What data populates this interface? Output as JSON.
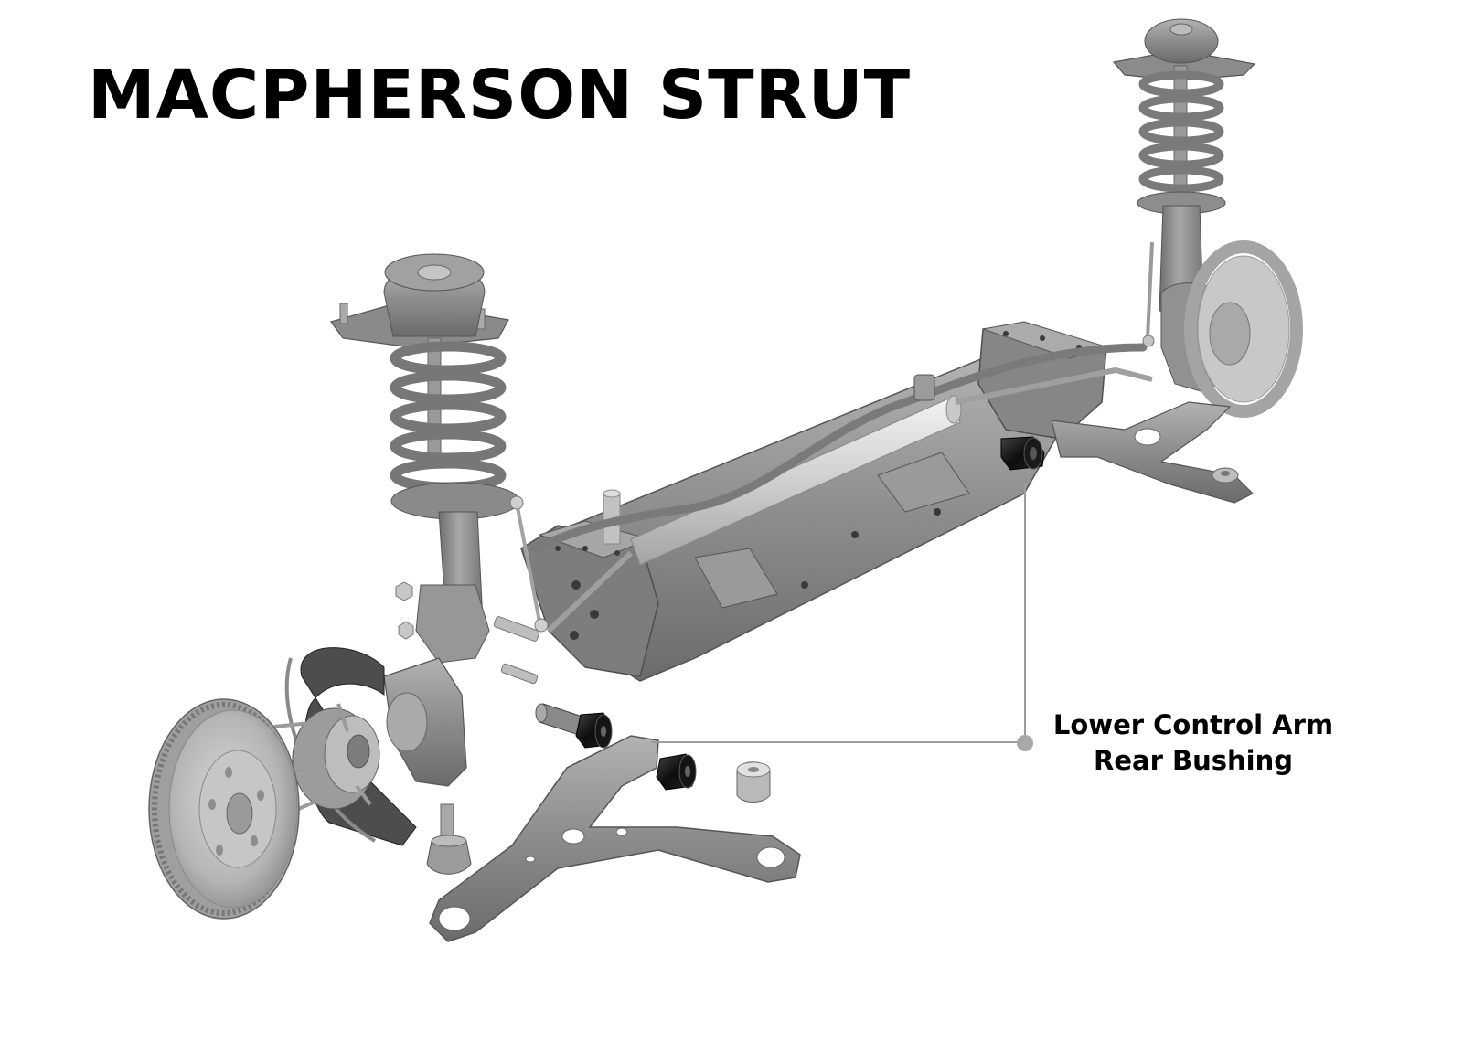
{
  "title": "MACPHERSON STRUT",
  "callout": {
    "line1": "Lower Control Arm",
    "line2": "Rear Bushing"
  },
  "colors": {
    "metal": "#8e8e8e",
    "metal_dark": "#6a6a6a",
    "metal_light": "#b8b8b8",
    "bushing": "#111111",
    "leader_line": "#999999",
    "text": "#000000"
  }
}
